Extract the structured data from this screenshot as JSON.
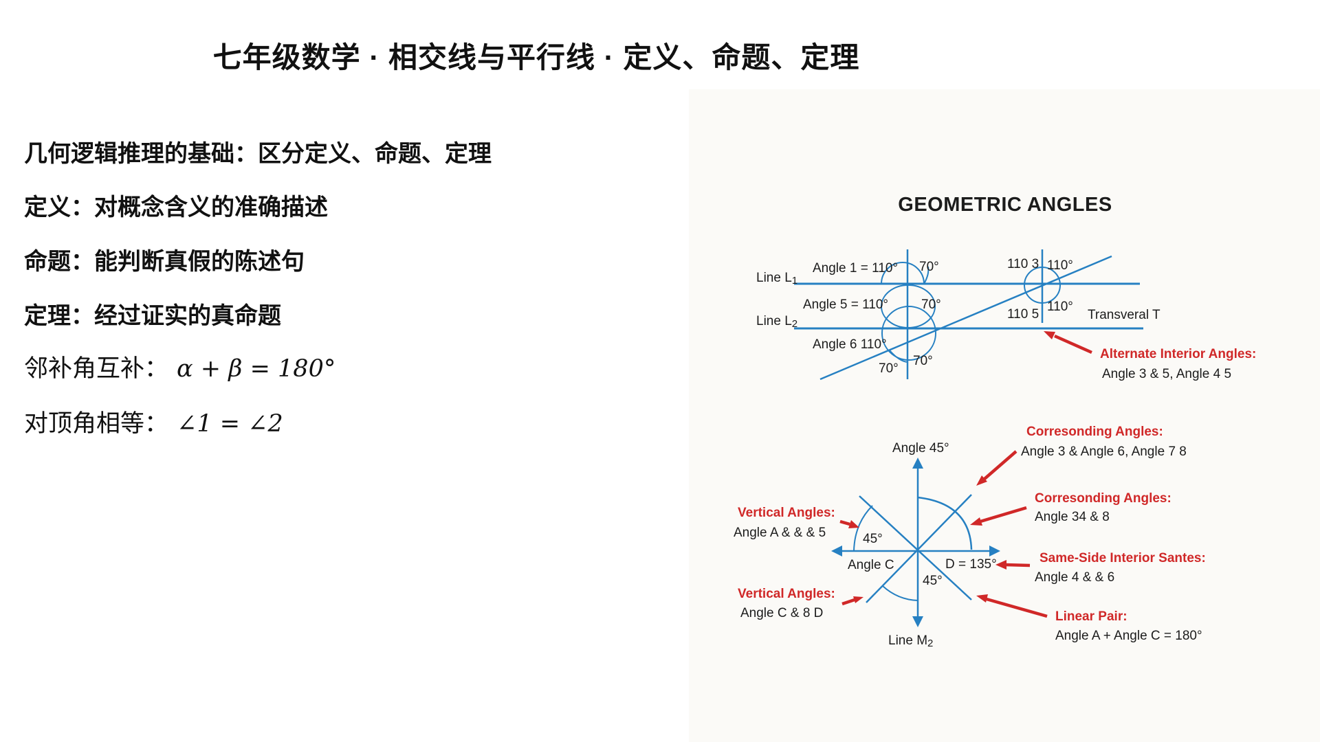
{
  "page": {
    "title": "七年级数学 · 相交线与平行线 · 定义、命题、定理"
  },
  "notes": {
    "lines": [
      {
        "text": "几何逻辑推理的基础：区分定义、命题、定理"
      },
      {
        "text": "定义：对概念含义的准确描述"
      },
      {
        "text": "命题：能判断真假的陈述句"
      },
      {
        "text": "定理：经过证实的真命题"
      },
      {
        "label": "邻补角互补：",
        "formula": "α + β = 180°"
      },
      {
        "label": "对顶角相等：",
        "formula": "∠1 = ∠2"
      }
    ]
  },
  "diagram": {
    "title": "GEOMETRIC ANGLES",
    "colors": {
      "blue": "#2680c2",
      "red": "#d02828",
      "ink": "#1c1c1c"
    },
    "top": {
      "line_l1": {
        "text": "Line L",
        "sub": "1"
      },
      "line_l2": {
        "text": "Line L",
        "sub": "2"
      },
      "angle1": "Angle 1 = 110°",
      "a1_70": "70°",
      "t110_3": "110 3",
      "t110_tr": "110°",
      "angle5": "Angle 5 = 110°",
      "a5_70": "70°",
      "t110_br": "110°",
      "t110_5": "110 5",
      "transversal": "Transveral T",
      "angle6": "Angle 6 110°",
      "b70_right": "70°",
      "b70_left": "70°",
      "alt_heading": "Alternate Interior Angles:",
      "alt_sub": "Angle 3 & 5, Angle 4 5"
    },
    "bottom": {
      "angle45_top": "Angle 45°",
      "vert1_heading": "Vertical Angles:",
      "vert1_sub": "Angle A & & & 5",
      "left45": "45°",
      "angle_c": "Angle C",
      "d135": "D = 135°",
      "mid45": "45°",
      "vert2_heading": "Vertical Angles:",
      "vert2_sub": "Angle C & 8 D",
      "line_m2": {
        "text": "Line M",
        "sub": "2"
      },
      "corr1_heading": "Corresonding Angles:",
      "corr1_sub": "Angle 3 & Angle 6, Angle 7 8",
      "corr2_heading": "Corresonding Angles:",
      "corr2_sub": "Angle 34 & 8",
      "same_side_heading": "Same-Side Interior Santes:",
      "same_side_sub": "Angle 4 & & 6",
      "linear_heading": "Linear Pair:",
      "linear_sub": "Angle A + Angle C = 180°"
    }
  }
}
